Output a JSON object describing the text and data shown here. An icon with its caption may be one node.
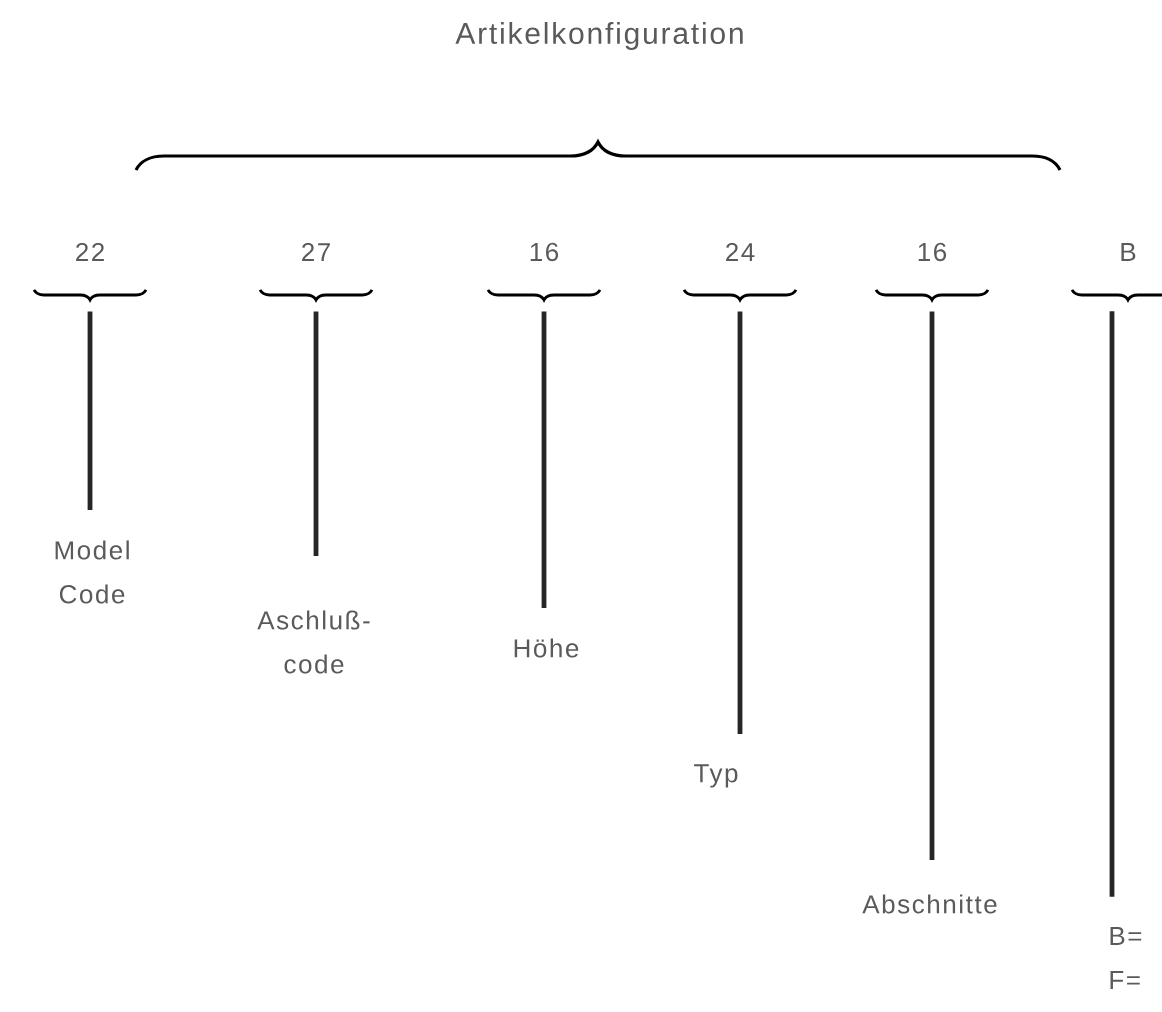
{
  "diagram": {
    "title": "Artikelkonfiguration",
    "nodes": [
      {
        "text": [
          "22"
        ]
      },
      {
        "text": [
          "27"
        ]
      },
      {
        "text": [
          "16"
        ]
      },
      {
        "text": [
          "24"
        ]
      },
      {
        "text": [
          "16"
        ]
      },
      {
        "text": [
          "B"
        ]
      },
      {
        "text": [
          "Model Code"
        ]
      },
      {
        "text": [
          "Aschluß- code"
        ]
      },
      {
        "text": [
          "Höhe"
        ]
      },
      {
        "text": [
          "Typ"
        ]
      },
      {
        "text": [
          "Abschnitte"
        ]
      },
      {
        "text": [
          "B=",
          "F="
        ]
      }
    ],
    "edges": [
      {
        "from": 0,
        "to": 6,
        "arrow": "none"
      },
      {
        "from": 1,
        "to": 7,
        "arrow": "none"
      },
      {
        "from": 2,
        "to": 8,
        "arrow": "none"
      },
      {
        "from": 3,
        "to": 9,
        "arrow": "none"
      },
      {
        "from": 4,
        "to": 10,
        "arrow": "none"
      },
      {
        "from": 5,
        "to": 11,
        "arrow": "none"
      }
    ]
  }
}
